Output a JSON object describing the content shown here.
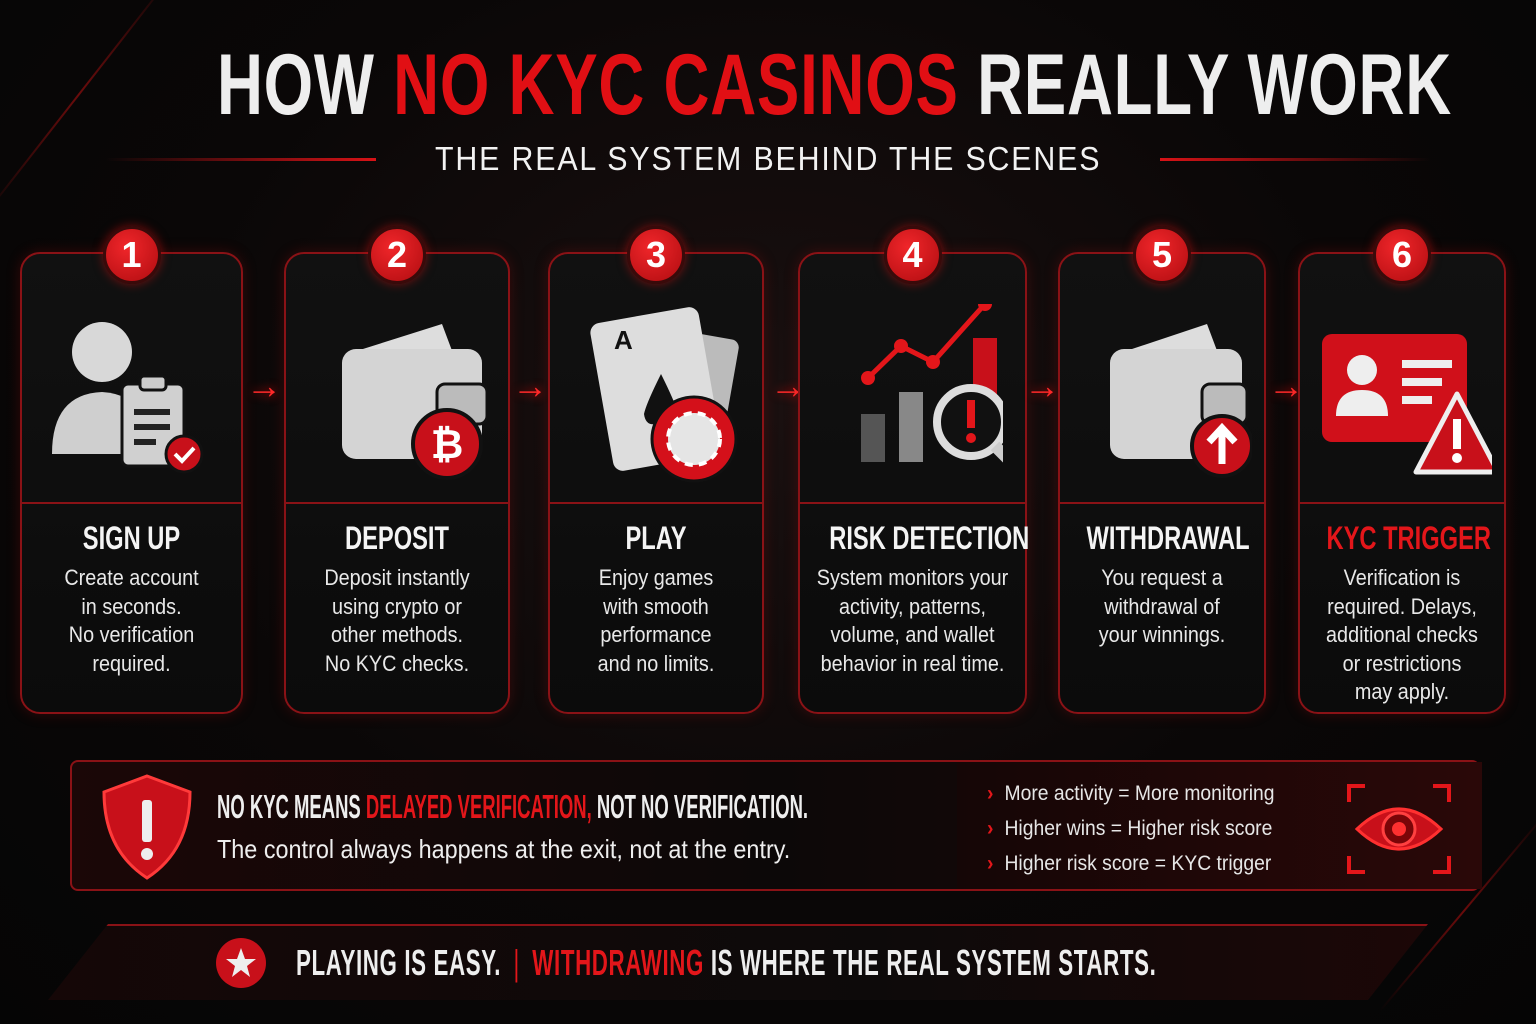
{
  "title": {
    "part1": "HOW ",
    "part2": "NO KYC CASINOS",
    "part3": " REALLY WORK"
  },
  "subtitle": "THE REAL SYSTEM BEHIND THE SCENES",
  "colors": {
    "accent": "#e3161a",
    "background": "#070707",
    "card_border": "#8a1216"
  },
  "steps": [
    {
      "number": "1",
      "title": "SIGN UP",
      "desc": "Create account\nin seconds.\nNo verification\nrequired.",
      "icon": "user-clipboard-check-icon"
    },
    {
      "number": "2",
      "title": "DEPOSIT",
      "desc": "Deposit instantly\nusing crypto or\nother methods.\nNo KYC checks.",
      "icon": "wallet-bitcoin-icon"
    },
    {
      "number": "3",
      "title": "PLAY",
      "desc": "Enjoy games\nwith smooth\nperformance\nand no limits.",
      "icon": "cards-chip-icon"
    },
    {
      "number": "4",
      "title": "RISK DETECTION",
      "desc": "System monitors your\nactivity, patterns,\nvolume, and wallet\nbehavior in real time.",
      "icon": "chart-magnifier-alert-icon"
    },
    {
      "number": "5",
      "title": "WITHDRAWAL",
      "desc": "You request a\nwithdrawal of\nyour winnings.",
      "icon": "wallet-upload-icon"
    },
    {
      "number": "6",
      "title": "KYC TRIGGER",
      "desc": "Verification is\nrequired. Delays,\nadditional checks\nor restrictions\nmay apply.",
      "icon": "id-card-warning-icon"
    }
  ],
  "info": {
    "heading_part1": "NO KYC MEANS ",
    "heading_part2": "DELAYED VERIFICATION,",
    "heading_part3": " NOT NO VERIFICATION.",
    "sub": "The control always happens at the exit, not at the entry.",
    "rules": [
      "More activity  =  More monitoring",
      "Higher wins  =  Higher risk score",
      "Higher risk score  =  KYC trigger"
    ],
    "icons": [
      "shield-alert-icon",
      "eye-scan-icon"
    ]
  },
  "footer": {
    "part1": "PLAYING IS EASY.",
    "separator": "|",
    "part2": "WITHDRAWING",
    "part3": " IS WHERE THE REAL SYSTEM STARTS.",
    "icon": "star-icon"
  }
}
